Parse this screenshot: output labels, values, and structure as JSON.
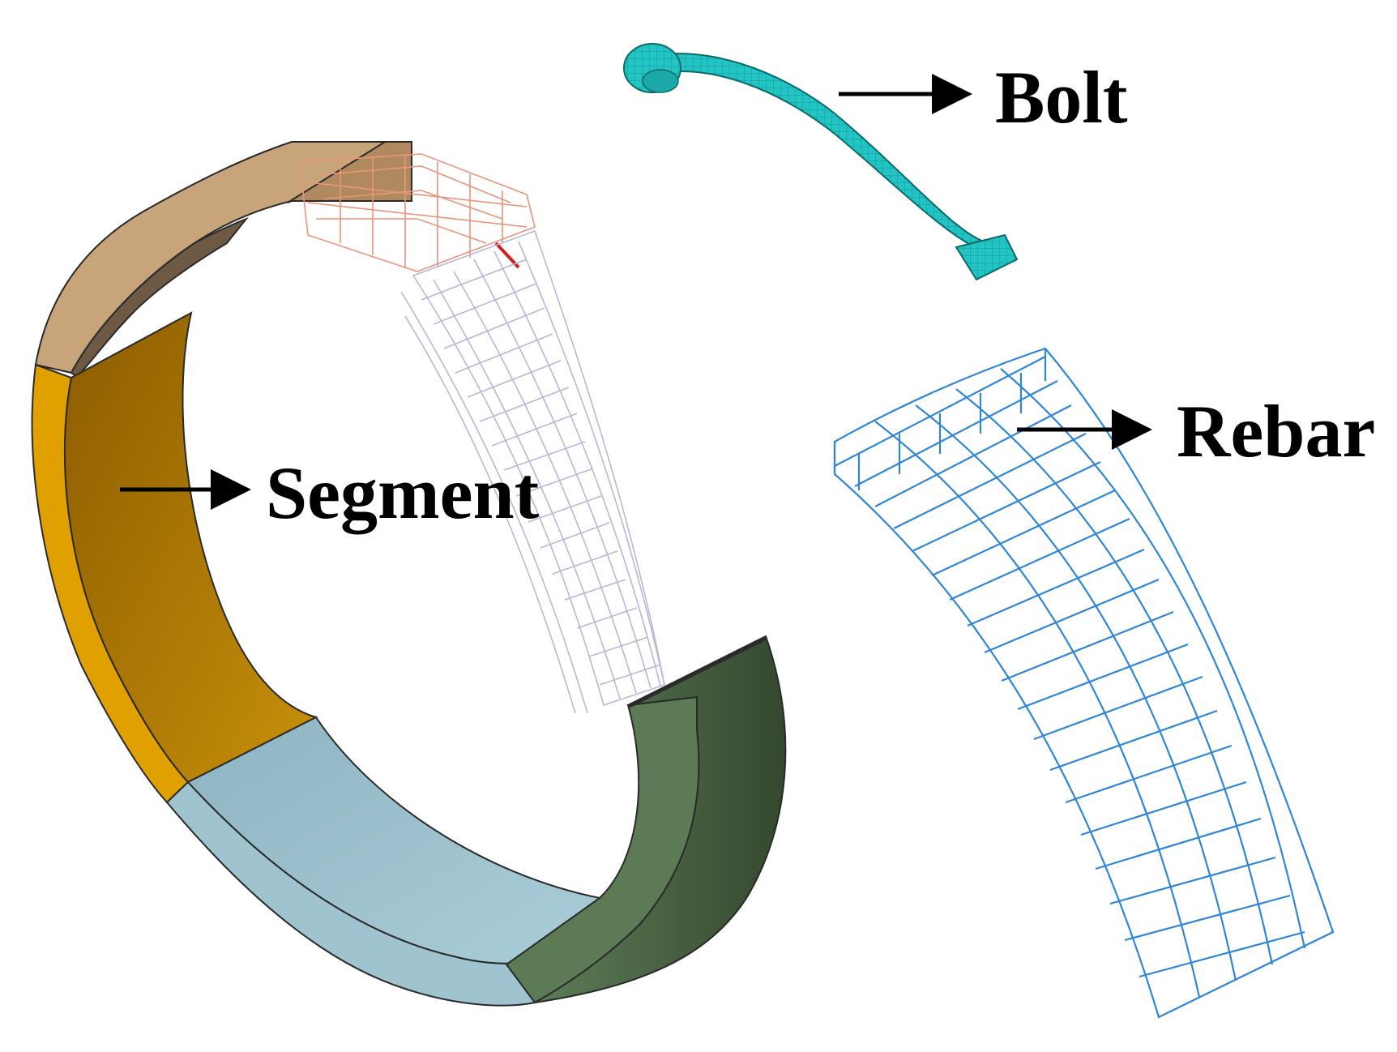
{
  "labels": {
    "bolt": "Bolt",
    "rebar": "Rebar",
    "segment": "Segment"
  },
  "colors": {
    "segment_top": "#c8a47a",
    "segment_top_inner": "#6e5a44",
    "segment_left": "#e0a000",
    "segment_left_inner": "#9c6a00",
    "segment_bottom": "#9fc4d0",
    "segment_bottom_inner": "#8ab0bf",
    "segment_right": "#5c7a56",
    "segment_right_inner": "#3b5034",
    "rebar_blue": "#2f86d6",
    "rebar_grey": "#b8b8d6",
    "rebar_pink": "#e8957c",
    "bolt": "#22c4c4"
  }
}
